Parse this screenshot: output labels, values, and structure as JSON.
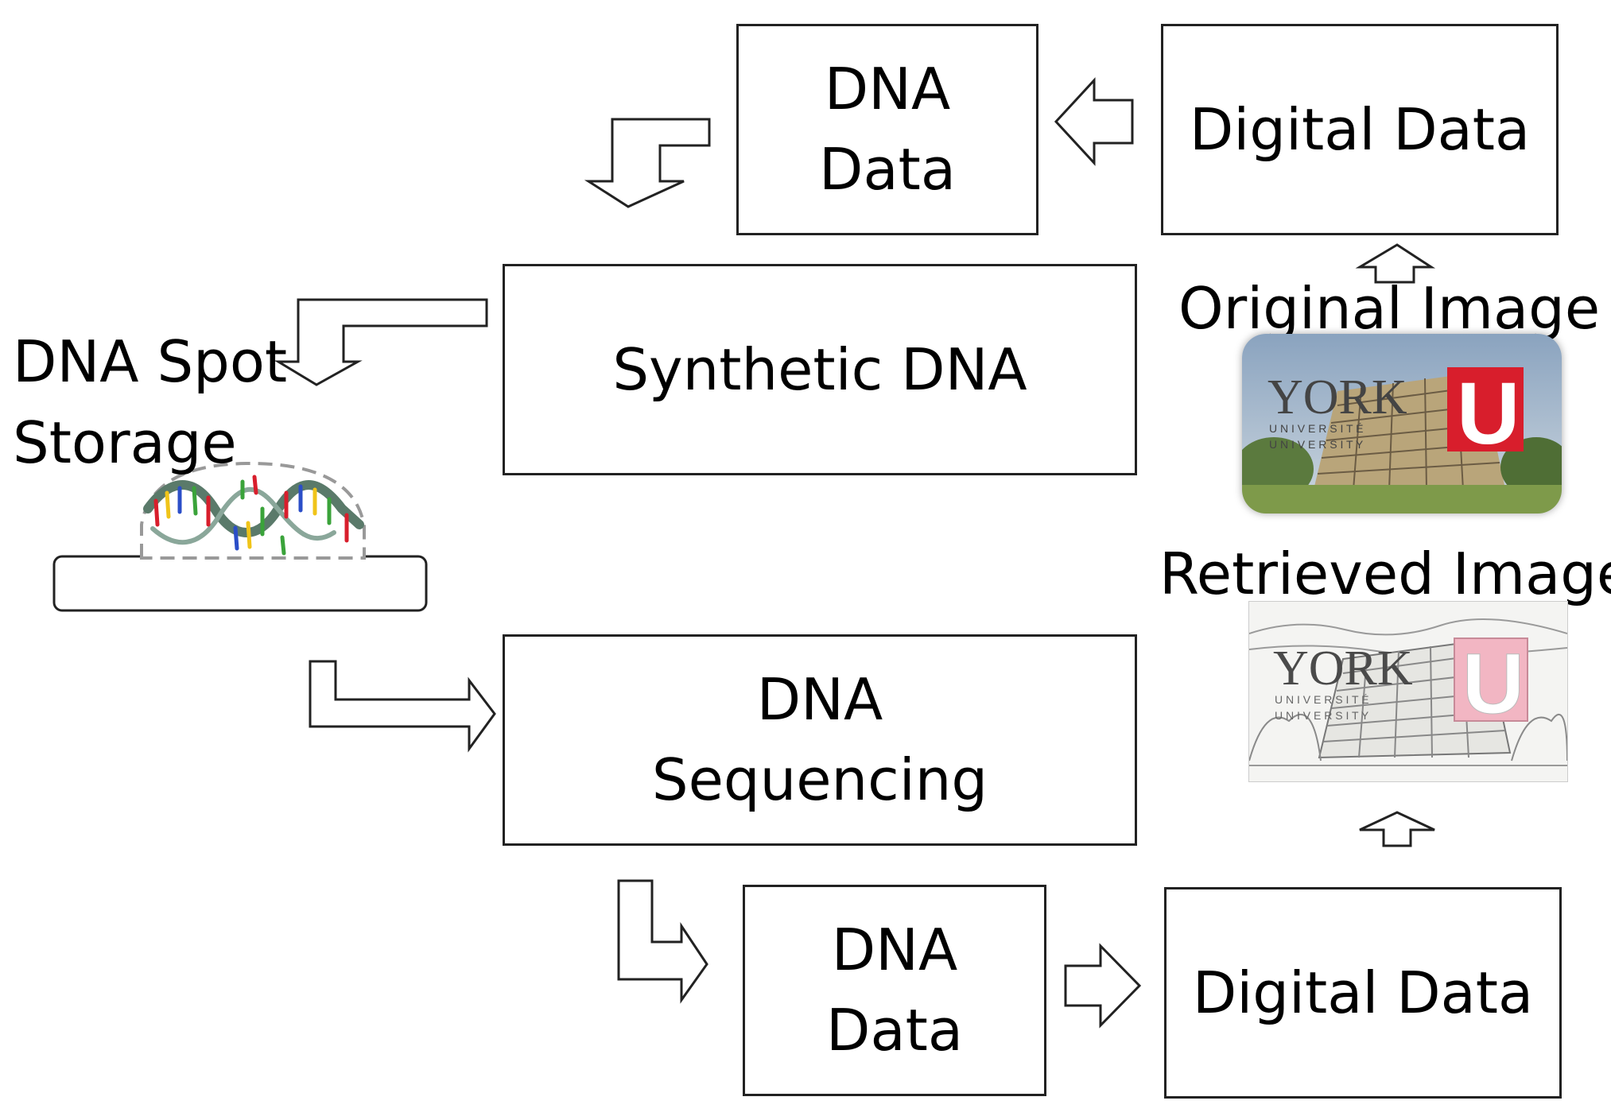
{
  "boxes": {
    "dna_data_top": [
      "DNA",
      "Data"
    ],
    "digital_data_top": "Digital Data",
    "synthetic_dna": "Synthetic DNA",
    "dna_sequencing": [
      "DNA",
      "Sequencing"
    ],
    "dna_data_bottom": [
      "DNA",
      "Data"
    ],
    "digital_data_bottom": "Digital Data"
  },
  "labels": {
    "spot_storage": [
      "DNA Spot",
      "Storage"
    ],
    "original_image": "Original Image",
    "retrieved_image": "Retrieved Image"
  },
  "images": {
    "logo_text": "YORK",
    "logo_sub_1": "U N I V E R S I T É",
    "logo_sub_2": "U N I V E R S I T Y",
    "logo_mark": "U"
  },
  "colors": {
    "logo_red": "#d81e2c",
    "logo_pink": "#f2b6c3"
  }
}
